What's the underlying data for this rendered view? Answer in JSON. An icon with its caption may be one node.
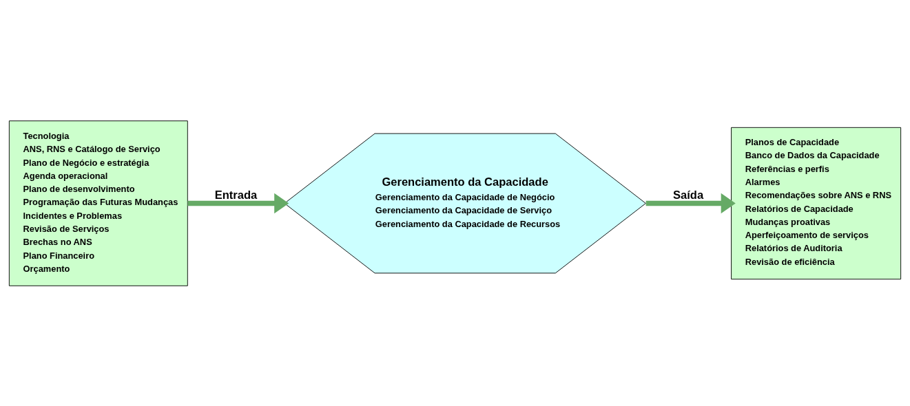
{
  "diagram": {
    "nodes": [
      {
        "text": [
          "Tecnologia",
          "ANS, RNS e Catálogo de Serviço",
          "Plano de Negócio e estratégia",
          "Agenda operacional",
          "Plano de desenvolvimento",
          "Programação das Futuras Mudanças",
          "Incidentes e Problemas",
          "Revisão de Serviços",
          "Brechas no ANS",
          "Plano Financeiro",
          "Orçamento"
        ]
      },
      {
        "text": [
          "Gerenciamento da Capacidade",
          "Gerenciamento da Capacidade de Negócio",
          "Gerenciamento da Capacidade de Serviço",
          "Gerenciamento da Capacidade de Recursos"
        ]
      },
      {
        "text": [
          "Planos de Capacidade",
          "Banco de Dados da Capacidade",
          "Referências e perfis",
          "Alarmes",
          "Recomendações sobre ANS e RNS",
          "Relatórios de Capacidade",
          "Mudanças proativas",
          "Aperfeiçoamento de serviços",
          "Relatórios de Auditoria",
          "Revisão de eficiência"
        ]
      }
    ],
    "edges": [
      {
        "from": 0,
        "to": 1,
        "arrow": "to",
        "label": "Entrada"
      },
      {
        "from": 1,
        "to": 2,
        "arrow": "to",
        "label": "Saída"
      }
    ]
  }
}
